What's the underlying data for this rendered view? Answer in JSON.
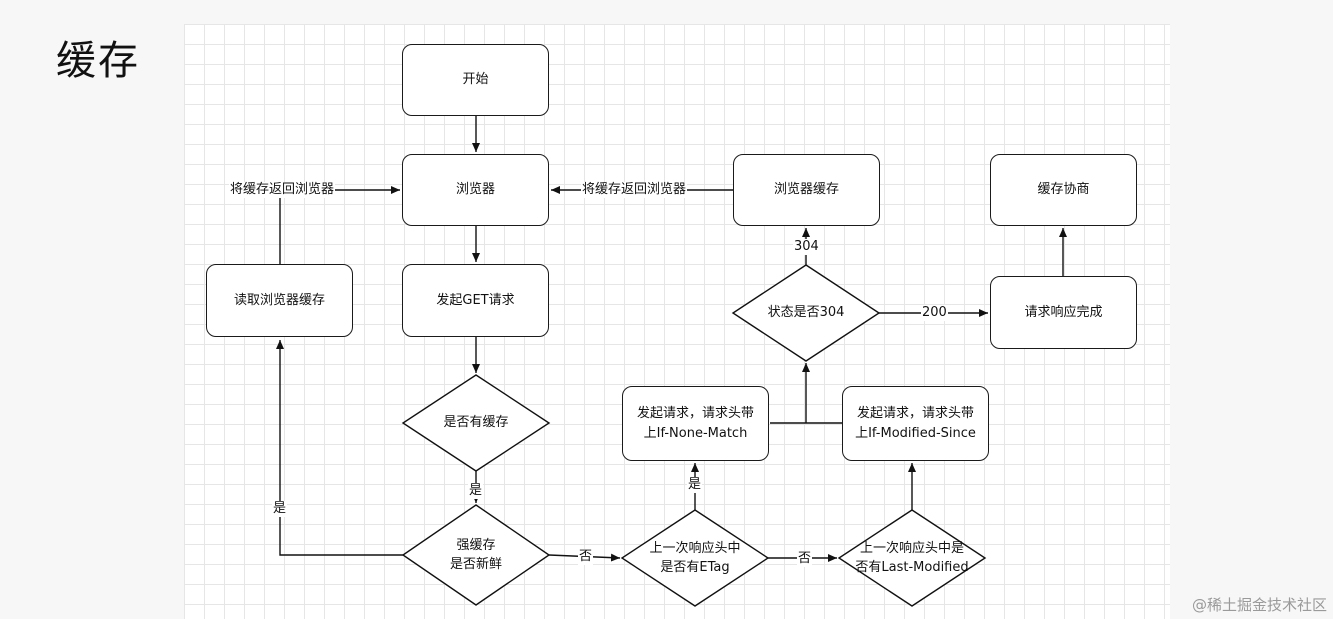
{
  "slide": {
    "title": "缓存"
  },
  "watermark": "@稀土掘金技术社区",
  "nodes": {
    "start": "开始",
    "browser": "浏览器",
    "send_get": "发起GET请求",
    "has_cache": "是否有缓存",
    "read_cache": "读取浏览器缓存",
    "strong_cache_1": "强缓存",
    "strong_cache_2": "是否新鲜",
    "etag_q_1": "上一次响应头中",
    "etag_q_2": "是否有ETag",
    "lastmod_q_1": "上一次响应头中是",
    "lastmod_q_2": "否有Last-Modified",
    "req_inm_1": "发起请求，请求头带",
    "req_inm_2": "上If-None-Match",
    "req_ims_1": "发起请求，请求头带",
    "req_ims_2": "上If-Modified-Since",
    "status_304": "状态是否304",
    "browser_cache": "浏览器缓存",
    "negotiate": "缓存协商",
    "response_done": "请求响应完成"
  },
  "labels": {
    "return_left": "将缓存返回浏览器",
    "return_mid": "将缓存返回浏览器",
    "yes_has_cache": "是",
    "yes_strong": "是",
    "no_strong": "否",
    "no_etag": "否",
    "yes_etag": "是",
    "code_304": "304",
    "code_200": "200"
  }
}
